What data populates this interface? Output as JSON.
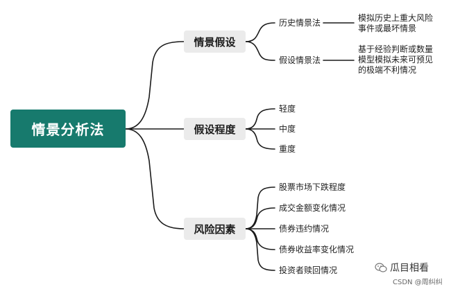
{
  "root": {
    "label": "情景分析法"
  },
  "branches": [
    {
      "label": "情景假设",
      "children": [
        {
          "label": "历史情景法",
          "note": [
            "模拟历史上重大风险",
            "事件或最坏情景"
          ]
        },
        {
          "label": "假设情景法",
          "note": [
            "基于经验判断或数量",
            "模型模拟未来可预见",
            "的极端不利情况"
          ]
        }
      ]
    },
    {
      "label": "假设程度",
      "children": [
        {
          "label": "轻度"
        },
        {
          "label": "中度"
        },
        {
          "label": "重度"
        }
      ]
    },
    {
      "label": "风险因素",
      "children": [
        {
          "label": "股票市场下跌程度"
        },
        {
          "label": "成交金额变化情况"
        },
        {
          "label": "债券违约情况"
        },
        {
          "label": "债券收益率变化情况"
        },
        {
          "label": "投资者赎回情况"
        }
      ]
    }
  ],
  "watermark": {
    "name": "瓜目相看",
    "source": "CSDN @周纠纠"
  },
  "colors": {
    "root_bg": "#177a6d",
    "branch_bg": "#ebebeb",
    "line": "#1a1a1a"
  }
}
